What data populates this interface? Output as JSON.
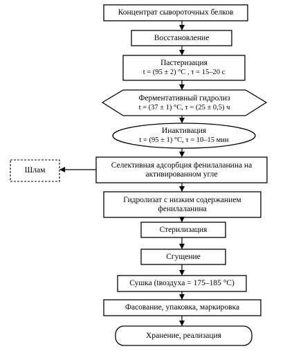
{
  "steps": {
    "s1": "Концентрат сывороточных белков",
    "s2": "Восстановление",
    "s3": {
      "line1": "Пастеризация",
      "line2": "t = (95 ± 2) °С , τ = 15–20 с"
    },
    "s4": {
      "line1": "Ферментативный гидролиз",
      "line2": "t = (37 ± 1) °С, τ = (25 ± 0,5) ч"
    },
    "s5": {
      "line1": "Инактивация",
      "line2": "t = (95 ± 1) °С, τ = 10–15 мин"
    },
    "s6": {
      "line1": "Селективная адсорбция фенилаланина на",
      "line2": "активированном угле"
    },
    "s7": {
      "line1": "Гидролизат с низким содержанием",
      "line2": "фенилаланина"
    },
    "s8": "Стерилизация",
    "s9": "Сгущение",
    "s10": "Сушка (tвоздуха = 175–185 °С)",
    "s11": "Фасование, упаковка, маркировка",
    "s12": "Хранение, реализация"
  },
  "side": {
    "waste": "Шлам"
  },
  "colors": {
    "line": "#000000",
    "fill": "#ffffff"
  }
}
